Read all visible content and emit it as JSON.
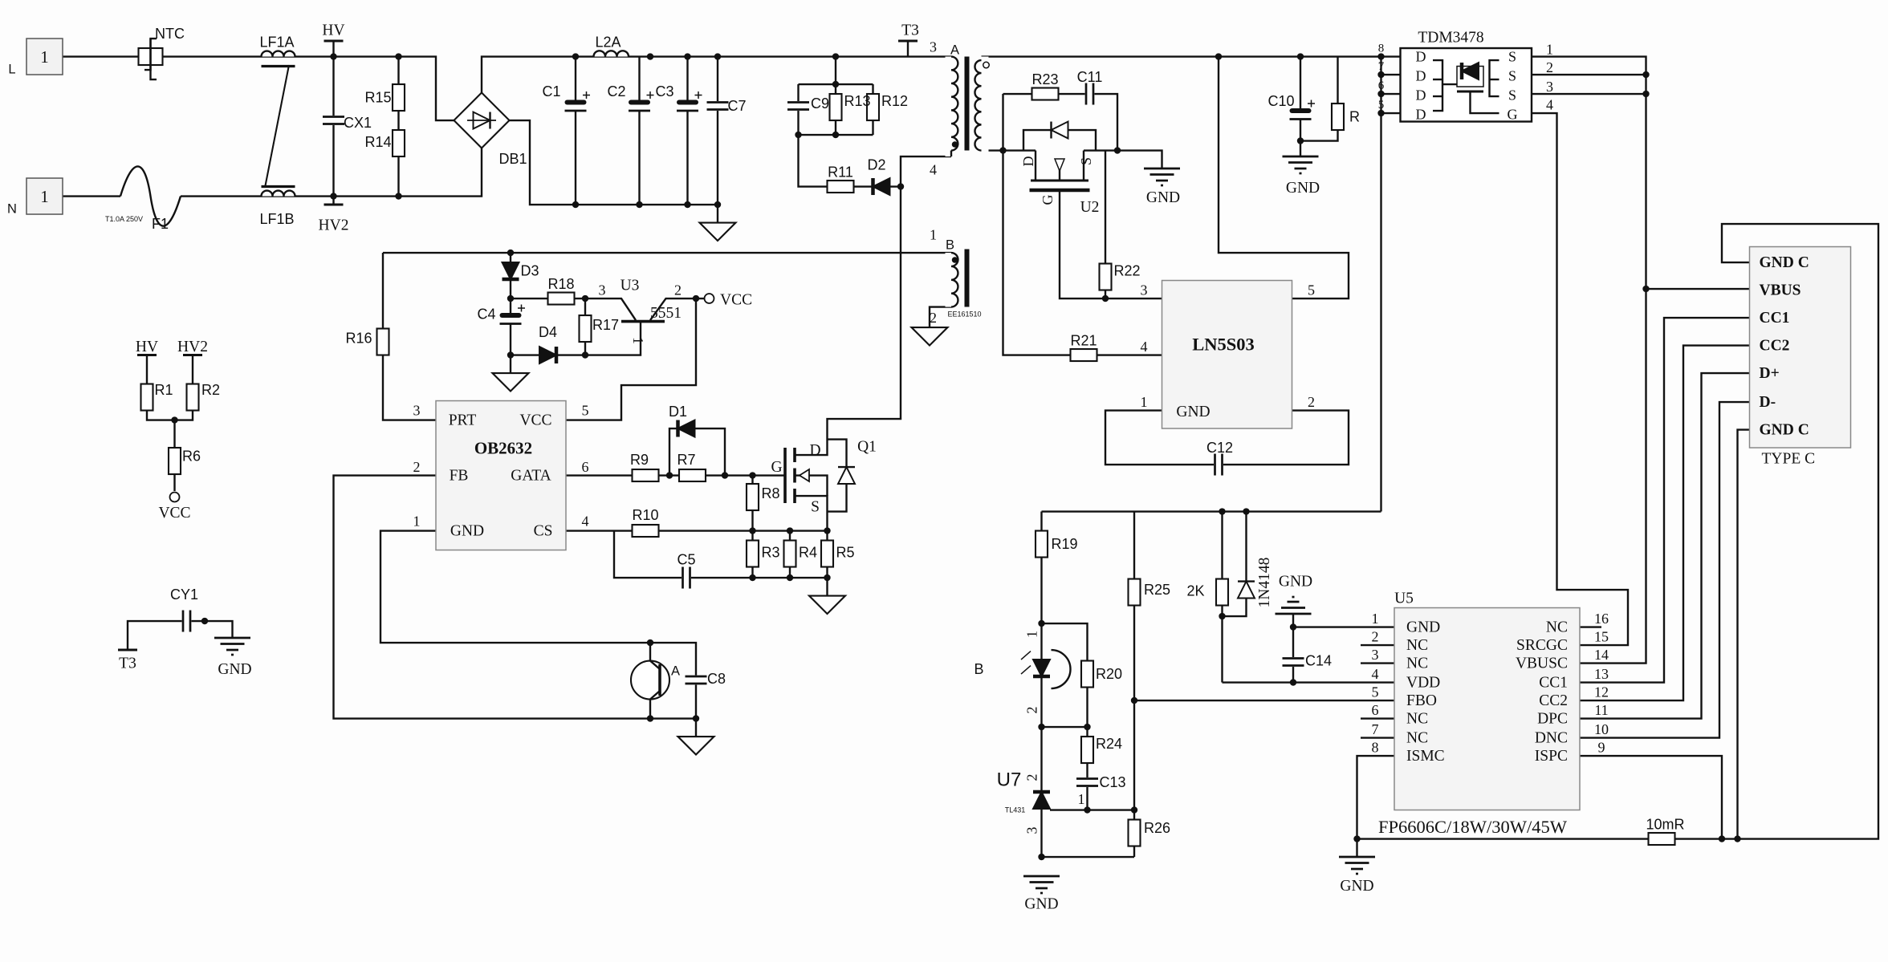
{
  "input": {
    "L_label": "L",
    "N_label": "N",
    "L_pin": "1",
    "N_pin": "1",
    "ntc": "NTC",
    "lf1a": "LF1A",
    "lf1b": "LF1B",
    "hv": "HV",
    "hv2": "HV2",
    "cx1": "CX1",
    "r15": "R15",
    "r14": "R14",
    "f1": "F1",
    "fuse_rating": "T1.0A 250V",
    "db1": "DB1"
  },
  "bulk": {
    "l2a": "L2A",
    "c1": "C1",
    "c2": "C2",
    "c3": "C3",
    "c7": "C7",
    "t3": "T3"
  },
  "primary": {
    "pin3": "3",
    "winding_a": "A",
    "pin4": "4",
    "c9": "C9",
    "r13": "R13",
    "r12": "R12",
    "r11": "R11",
    "d2": "D2",
    "pin1": "1",
    "winding_b": "B",
    "pin2": "2",
    "transformer": "EE161510"
  },
  "sync": {
    "r23": "R23",
    "c11": "C11",
    "gnd": "GND",
    "u2": "U2",
    "d": "D",
    "g": "G",
    "s": "S",
    "r22": "R22",
    "r21": "R21",
    "c12": "C12",
    "c10": "C10",
    "r": "R",
    "gnd2": "GND"
  },
  "ln5s03": {
    "name": "LN5S03",
    "gnd": "GND",
    "p3": "3",
    "p5": "5",
    "p4": "4",
    "p1": "1",
    "p2": "2"
  },
  "tdm": {
    "name": "TDM3478",
    "left_pins": [
      "8",
      "7",
      "6",
      "5"
    ],
    "right_pins": [
      "1",
      "2",
      "3",
      "4"
    ],
    "d": "D",
    "s": "S",
    "g": "G"
  },
  "aux": {
    "r16": "R16",
    "d3": "D3",
    "r18": "R18",
    "u3": "U3",
    "u3_p3": "3",
    "u3_p2": "2",
    "u3_p1": "1",
    "vcc": "VCC",
    "u3_part": "5551",
    "c4": "C4",
    "d4": "D4",
    "r17": "R17"
  },
  "ob2632": {
    "name": "OB2632",
    "prt": "PRT",
    "vcc": "VCC",
    "fb": "FB",
    "gata": "GATA",
    "gnd": "GND",
    "cs": "CS",
    "p3": "3",
    "p5": "5",
    "p2": "2",
    "p6": "6",
    "p1": "1",
    "p4": "4"
  },
  "driver": {
    "d1": "D1",
    "r9": "R9",
    "r7": "R7",
    "g": "G",
    "d": "D",
    "s": "S",
    "q1": "Q1",
    "r8": "R8",
    "r10": "R10",
    "r3": "R3",
    "r4": "R4",
    "r5": "R5",
    "c5": "C5",
    "c8": "C8",
    "opto_a": "A"
  },
  "startup": {
    "hv": "HV",
    "hv2": "HV2",
    "r1": "R1",
    "r2": "R2",
    "r6": "R6",
    "vcc": "VCC"
  },
  "cy": {
    "cy1": "CY1",
    "t3": "T3",
    "gnd": "GND"
  },
  "feedback": {
    "r19": "R19",
    "r25": "R25",
    "r2k": "2K",
    "d1n4148": "1N4148",
    "gnd": "GND",
    "c14": "C14",
    "opto_b": "B",
    "p1": "1",
    "p2": "2",
    "r20": "R20",
    "r24": "R24",
    "c13": "C13",
    "u7": "U7",
    "u7_p2": "2",
    "tl431": "TL431",
    "u7_p1": "1",
    "u7_p3": "3",
    "r26": "R26",
    "gnd2": "GND"
  },
  "u5": {
    "name": "U5",
    "part": "FP6606C/18W/30W/45W",
    "left": [
      {
        "num": "1",
        "label": "GND"
      },
      {
        "num": "2",
        "label": "NC"
      },
      {
        "num": "3",
        "label": "NC"
      },
      {
        "num": "4",
        "label": "VDD"
      },
      {
        "num": "5",
        "label": "FBO"
      },
      {
        "num": "6",
        "label": "NC"
      },
      {
        "num": "7",
        "label": "NC"
      },
      {
        "num": "8",
        "label": "ISMC"
      }
    ],
    "right": [
      {
        "num": "16",
        "label": "NC"
      },
      {
        "num": "15",
        "label": "SRCGC"
      },
      {
        "num": "14",
        "label": "VBUSC"
      },
      {
        "num": "13",
        "label": "CC1"
      },
      {
        "num": "12",
        "label": "CC2"
      },
      {
        "num": "11",
        "label": "DPC"
      },
      {
        "num": "10",
        "label": "DNC"
      },
      {
        "num": "9",
        "label": "ISPC"
      }
    ],
    "sense": "10mR",
    "gnd": "GND"
  },
  "typec": {
    "name": "TYPE C",
    "pins": [
      "GND C",
      "VBUS",
      "CC1",
      "CC2",
      "D+",
      "D-",
      "GND  C"
    ]
  },
  "colors": {
    "ink": "#111111",
    "ic_fill": "#f4f4f4",
    "background": "#fdfdfd"
  }
}
